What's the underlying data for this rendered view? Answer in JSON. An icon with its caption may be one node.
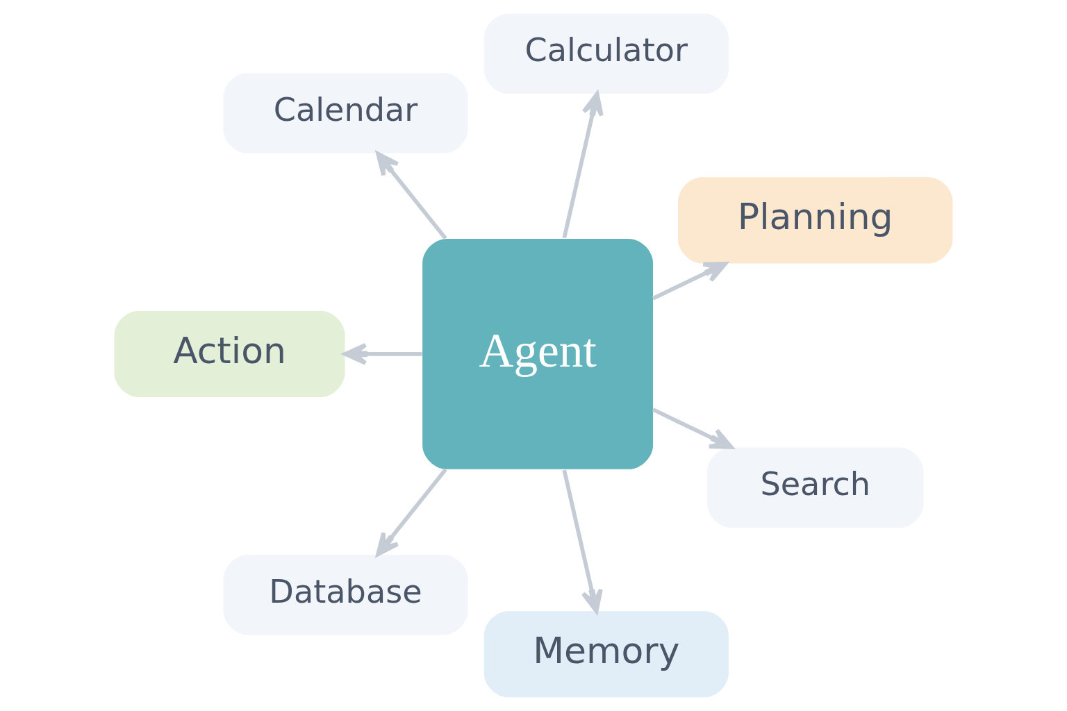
{
  "diagram": {
    "nodes": [
      {
        "text": [
          "Agent"
        ]
      },
      {
        "text": [
          "Planning"
        ]
      },
      {
        "text": [
          "Calculator"
        ]
      },
      {
        "text": [
          "Calendar"
        ]
      },
      {
        "text": [
          "Action"
        ]
      },
      {
        "text": [
          "Database"
        ]
      },
      {
        "text": [
          "Memory"
        ]
      },
      {
        "text": [
          "Search"
        ]
      }
    ],
    "edges": [
      {
        "from": 0,
        "to": 1,
        "arrow": "to"
      },
      {
        "from": 0,
        "to": 2,
        "arrow": "to"
      },
      {
        "from": 0,
        "to": 3,
        "arrow": "to"
      },
      {
        "from": 0,
        "to": 4,
        "arrow": "to"
      },
      {
        "from": 0,
        "to": 5,
        "arrow": "to"
      },
      {
        "from": 0,
        "to": 6,
        "arrow": "to"
      },
      {
        "from": 0,
        "to": 7,
        "arrow": "to"
      }
    ]
  }
}
